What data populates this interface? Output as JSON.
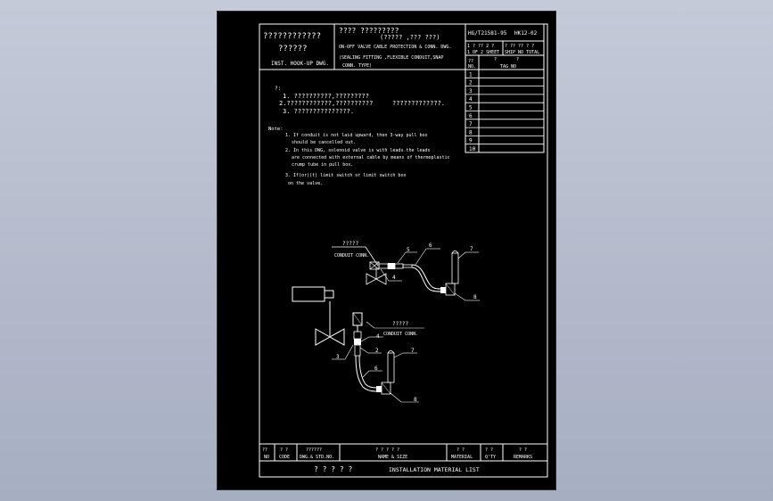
{
  "title_block": {
    "org_line1": "????????????",
    "org_line2": "??????",
    "drawing_kind": "INST. HOOK-UP DWG.",
    "name_line1": "????  ?????????",
    "name_line2": "(?????   ,???  ???)",
    "name_line3": "ON-OFF VALVE CABLE PROTECTION & CONN. DWG.",
    "name_line4": "(SEALING FITTING ,FLEXIBLE CONDUIT,SNAP",
    "name_line5": "CONN. TYPE)",
    "doc_no": "HG/T21581-95",
    "sheet_code": "HK12-02",
    "sheet_count_cn": "1   ?   ??   2   ?",
    "sheet_count_en": "1 OF 2 SHEET",
    "total_cn": "? ??   ??   ? ?",
    "total_en": "SHIP NO TOTAL"
  },
  "tag_table": {
    "header_no_cn": "??",
    "header_no": "NO.",
    "header_tag_cn": "?",
    "header_tag_cn2": "?",
    "header_tag": "TAG NO",
    "rows": [
      "1",
      "2",
      "3",
      "4",
      "5",
      "6",
      "7",
      "8",
      "9",
      "10"
    ]
  },
  "notes_cn": {
    "heading": "?:",
    "item1": "1. ??????????,?????????",
    "item2": "2.????????????,??????????",
    "item2b": "?????????????.",
    "item3": "3. ???????????????."
  },
  "notes_en": {
    "heading": "Note:",
    "lines": [
      "1. If conduit is not laid upward, then 3-way pull box",
      "should be cancelled out.",
      "2. In this DWG, solenoid valve is with leads.the leads",
      "are connected with external cable by means of thermoplastic",
      "crump tube in pull box.",
      "3. If(or)(t) limit switch or limit switch box",
      "on the valve."
    ]
  },
  "figure_top": {
    "cn_label": "?????",
    "conduit_label": "CONDUIT CONN.",
    "callouts": [
      "5",
      "6",
      "7",
      "4",
      "8"
    ]
  },
  "figure_bottom": {
    "cn_label": "?????",
    "conduit_label": "CONDUIT CONN.",
    "callouts": [
      "4",
      "2",
      "3",
      "6",
      "7",
      "8"
    ]
  },
  "material_list": {
    "col_no_cn": "??",
    "col_no": "NO",
    "col_code_cn": "? ?",
    "col_code": "CODE",
    "col_std_cn": "??????",
    "col_std": "DWG.& STD.NO.",
    "col_name_cn": "? ? ? ? ?",
    "col_name": "NAME & SIZE",
    "col_material_cn": "? ?",
    "col_material": "MATERIAL",
    "col_qty_cn": "? ?",
    "col_qty": "Q'TY",
    "col_remarks_cn": "? ?",
    "col_remarks": "REMARKS",
    "footer_cn": "? ? ? ? ?",
    "footer": "INSTALLATION MATERIAL LIST"
  }
}
